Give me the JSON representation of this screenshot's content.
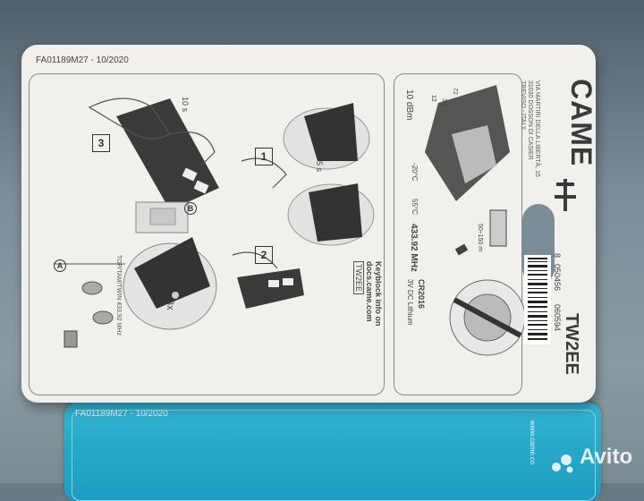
{
  "card": {
    "code": "FA01189M27 - 10/2020",
    "brand": "CAME",
    "model": "TW2EE",
    "address_lines": [
      "VIA MARTIRI DELLA LIBERTÀ, 15",
      "31030 DOSSON DI CASIER",
      "TREVISO - ITALY"
    ],
    "power": "10 dBm",
    "frequency": "433.92 MHz",
    "battery": "CR2016",
    "battery_desc": "3V DC Lithium",
    "range": "50÷150 m",
    "temp_low": "-20°C",
    "temp_high": "55°C",
    "keyblock_info": [
      "Keyblock info on",
      "docs.came.com"
    ],
    "keyblock_model": "TW2EE",
    "barcode": [
      "8",
      "050456",
      "060594"
    ],
    "side_text": "TOP/TAM/TWIN 433.92 MHz",
    "step_labels": [
      "1",
      "2",
      "3",
      "A",
      "B"
    ],
    "timer_labels": [
      "10 s",
      "5 s",
      "3x"
    ],
    "dims": [
      "72",
      "30",
      "12"
    ]
  },
  "blue_card": {
    "code": "FA01189M27 - 10/2020",
    "url": "www.came.co"
  },
  "watermark": {
    "text": "Avito"
  }
}
